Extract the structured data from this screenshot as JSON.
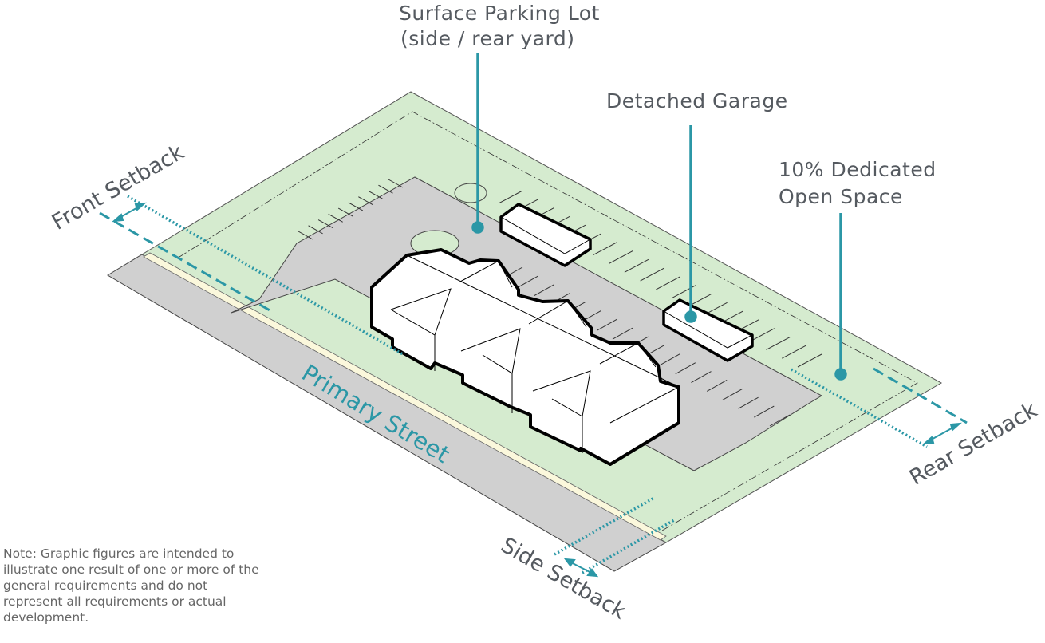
{
  "labels": {
    "parking_line1": "Surface Parking Lot",
    "parking_line2": "(side / rear yard)",
    "garage": "Detached Garage",
    "open_space_line1": "10% Dedicated",
    "open_space_line2": "Open Space",
    "front_setback": "Front Setback",
    "rear_setback": "Rear Setback",
    "side_setback": "Side Setback",
    "street": "Primary Street"
  },
  "note": "Note: Graphic figures are intended to illustrate one result of one or more of the general requirements and do not represent all requirements or actual development.",
  "colors": {
    "accent": "#2b97a6",
    "lawn": "#d5ebcf",
    "pavement": "#d0d0d0",
    "text": "#555a60",
    "sidewalk": "#fbf8dc"
  }
}
